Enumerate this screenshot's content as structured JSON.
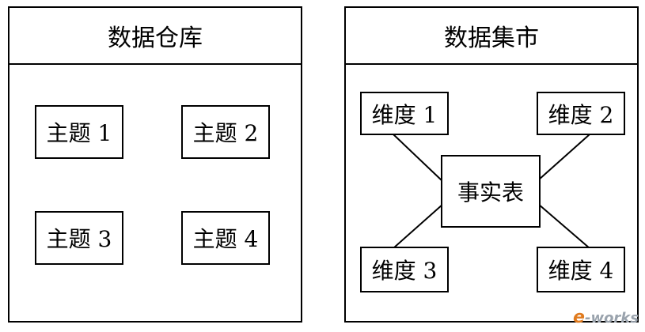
{
  "left_panel": {
    "title": "数据仓库",
    "subjects": [
      "主题 1",
      "主题 2",
      "主题 3",
      "主题 4"
    ]
  },
  "right_panel": {
    "title": "数据集市",
    "fact_table": "事实表",
    "dimensions": [
      "维度 1",
      "维度 2",
      "维度 3",
      "维度 4"
    ]
  },
  "watermark": {
    "prefix": "e",
    "rest": "-works"
  }
}
